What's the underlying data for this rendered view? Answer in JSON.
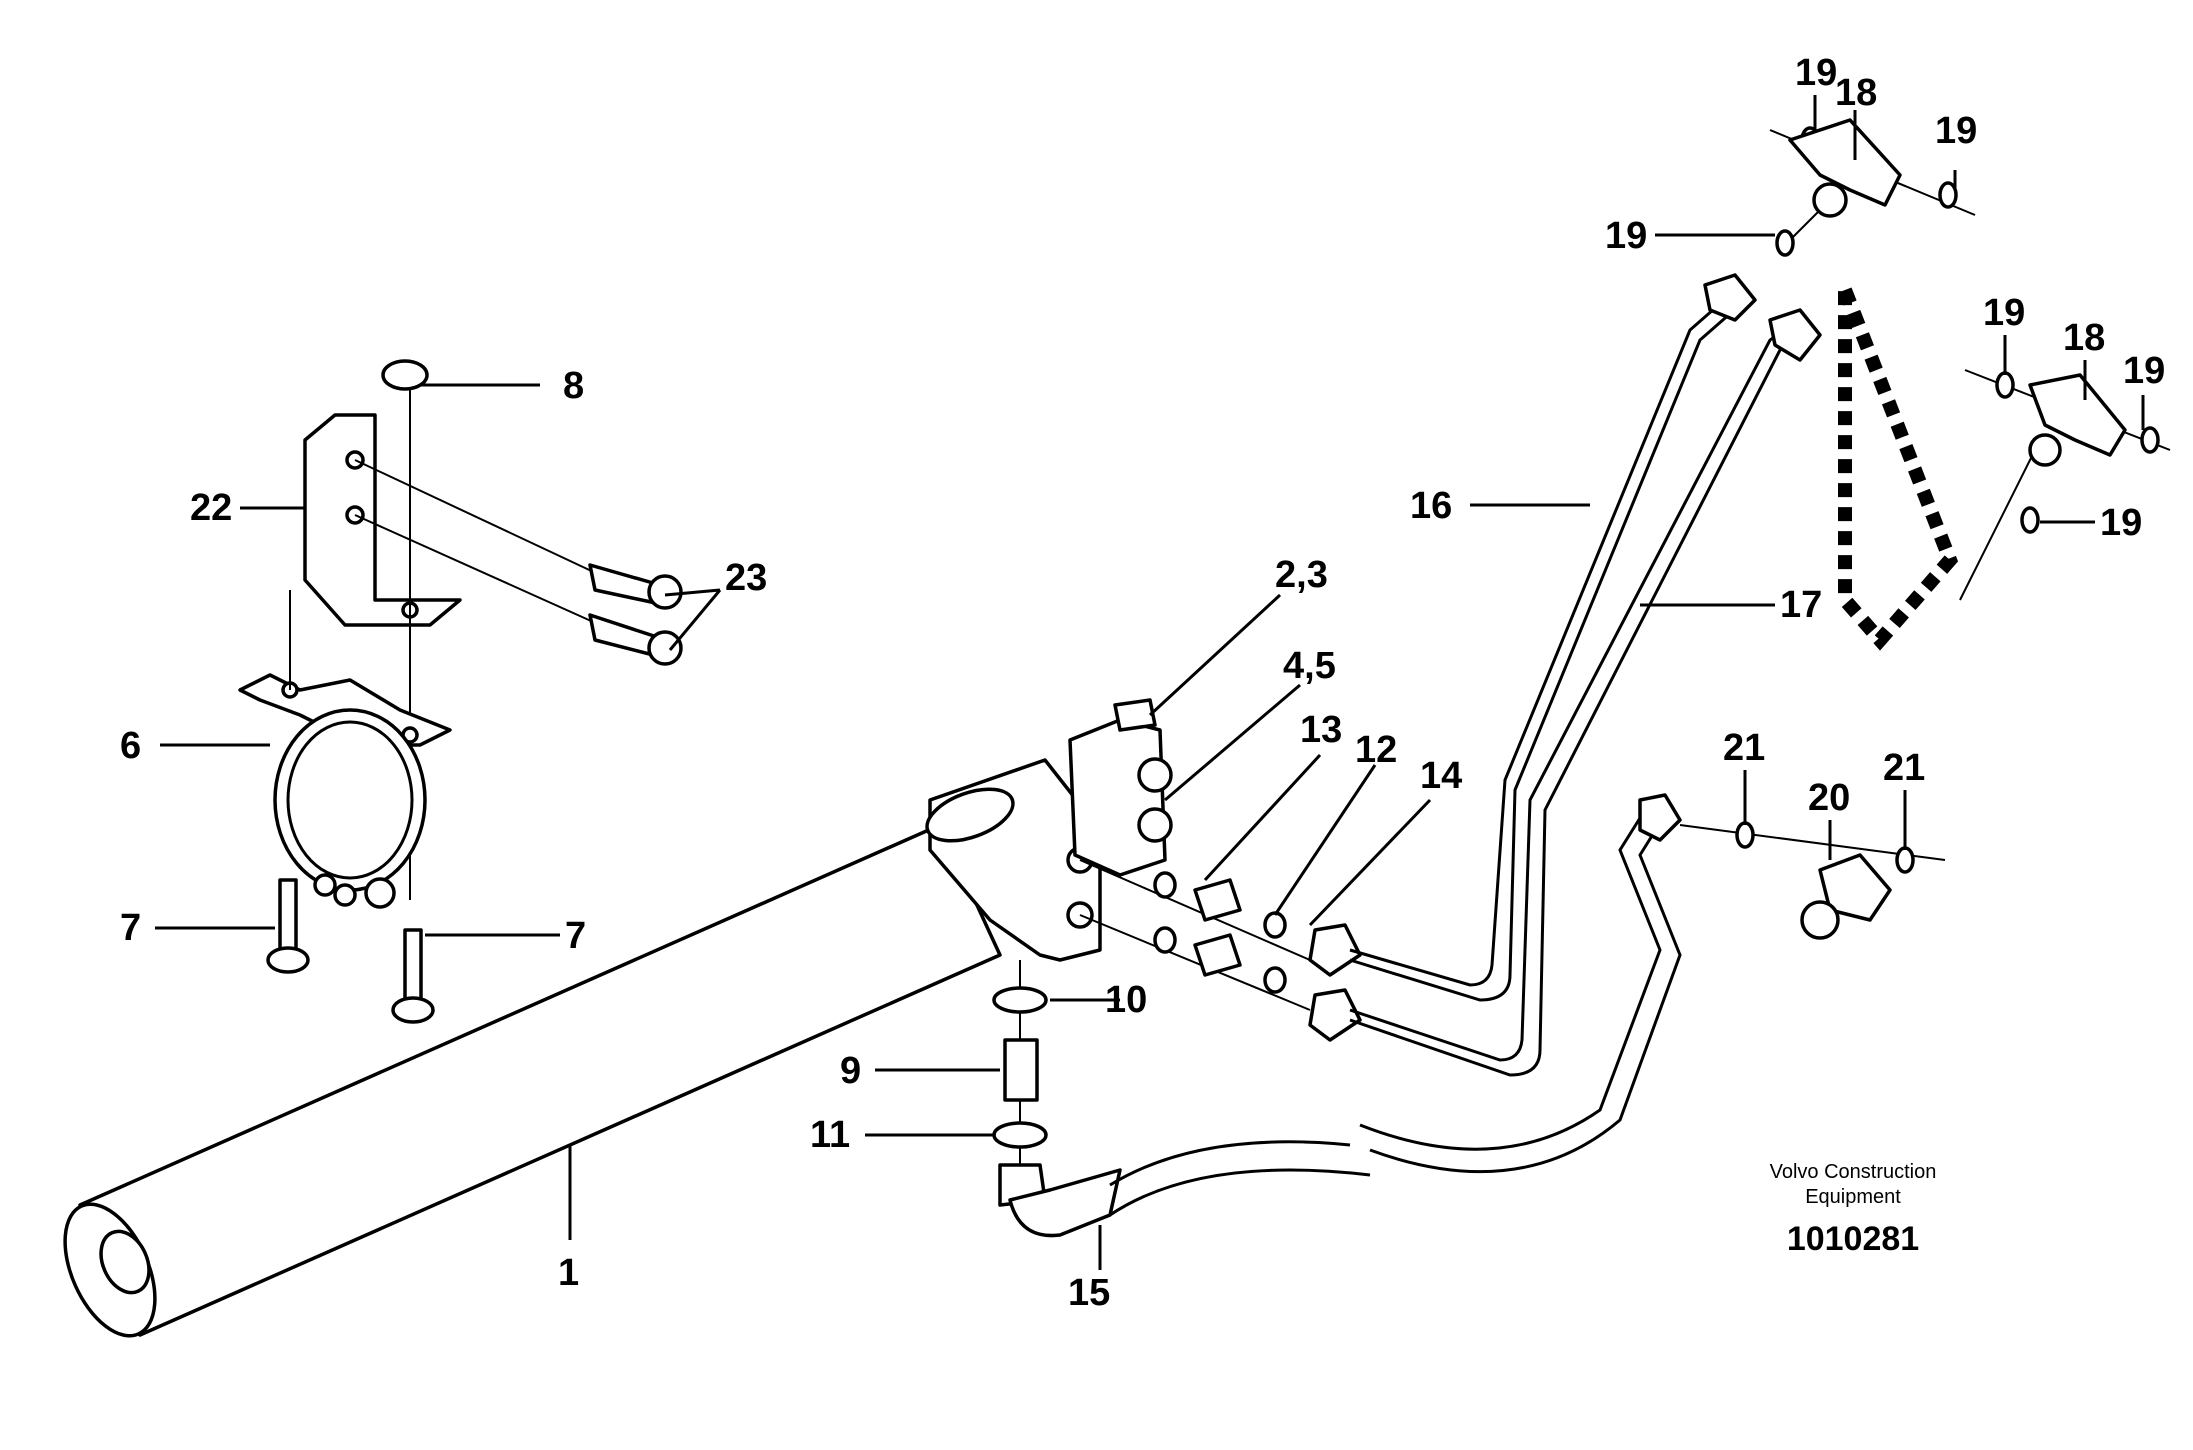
{
  "labels": {
    "l1": "1",
    "l23a": "2,3",
    "l45": "4,5",
    "l6": "6",
    "l7a": "7",
    "l7b": "7",
    "l8": "8",
    "l9": "9",
    "l10": "10",
    "l11": "11",
    "l12": "12",
    "l13": "13",
    "l14": "14",
    "l15": "15",
    "l16": "16",
    "l17": "17",
    "l18a": "18",
    "l18b": "18",
    "l19a": "19",
    "l19b": "19",
    "l19c": "19",
    "l19d": "19",
    "l19e": "19",
    "l19f": "19",
    "l20": "20",
    "l21a": "21",
    "l21b": "21",
    "l22": "22",
    "l23": "23"
  },
  "footer": {
    "company_line1": "Volvo Construction",
    "company_line2": "Equipment",
    "part_number": "1010281"
  }
}
